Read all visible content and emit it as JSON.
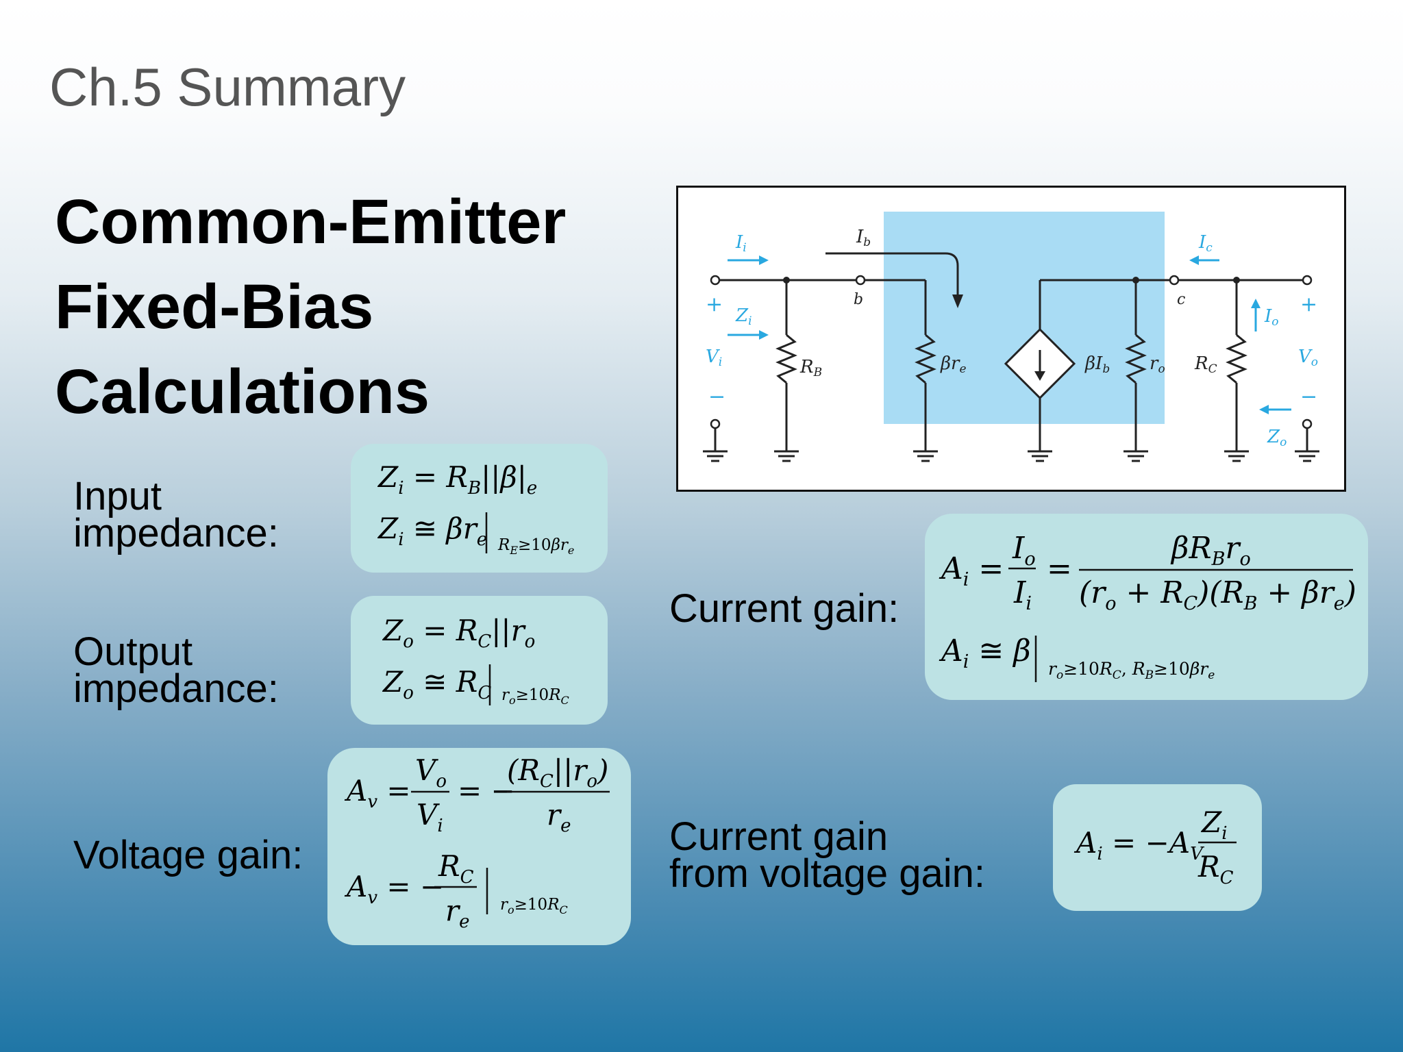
{
  "slide": {
    "title": "Ch.5 Summary",
    "heading": [
      "Common-Emitter",
      "Fixed-Bias",
      "Calculations"
    ]
  },
  "labels": {
    "input_impedance": [
      "Input",
      "impedance:"
    ],
    "output_impedance": [
      "Output",
      "impedance:"
    ],
    "voltage_gain": "Voltage gain:",
    "current_gain": "Current gain:",
    "current_gain_from_voltage": [
      "Current gain",
      "from voltage gain:"
    ]
  },
  "formulas": {
    "input_exact": "Zi = RB||β|e",
    "input_approx": "Zi ≅ βre | RE≥10βre",
    "output_exact": "Zo = RC||ro",
    "output_approx": "Zo ≅ RC | ro≥10RC",
    "voltage_exact": "Av = Vo/Vi = −(RC||ro)/re",
    "voltage_approx": "Av = −RC/re | ro≥10RC",
    "current_exact": "Ai = Io/Ii = βRBro / ((ro + RC)(RB + βre))",
    "current_approx": "Ai ≅ β | ro≥10RC, RB≥10βre",
    "current_from_voltage": "Ai = −Av Zi/RC"
  },
  "circuit": {
    "labels": [
      "Ii",
      "Ib",
      "Ic",
      "b",
      "c",
      "Zi",
      "Vi",
      "RB",
      "βre",
      "βIb",
      "ro",
      "RC",
      "Io",
      "Vo",
      "Zo",
      "+",
      "−"
    ],
    "colors": {
      "accent": "#29a8e0",
      "region": "#a9dcf4",
      "wire": "#222222"
    }
  },
  "colors": {
    "formula_box": "#bde2e4",
    "title": "#555555"
  }
}
